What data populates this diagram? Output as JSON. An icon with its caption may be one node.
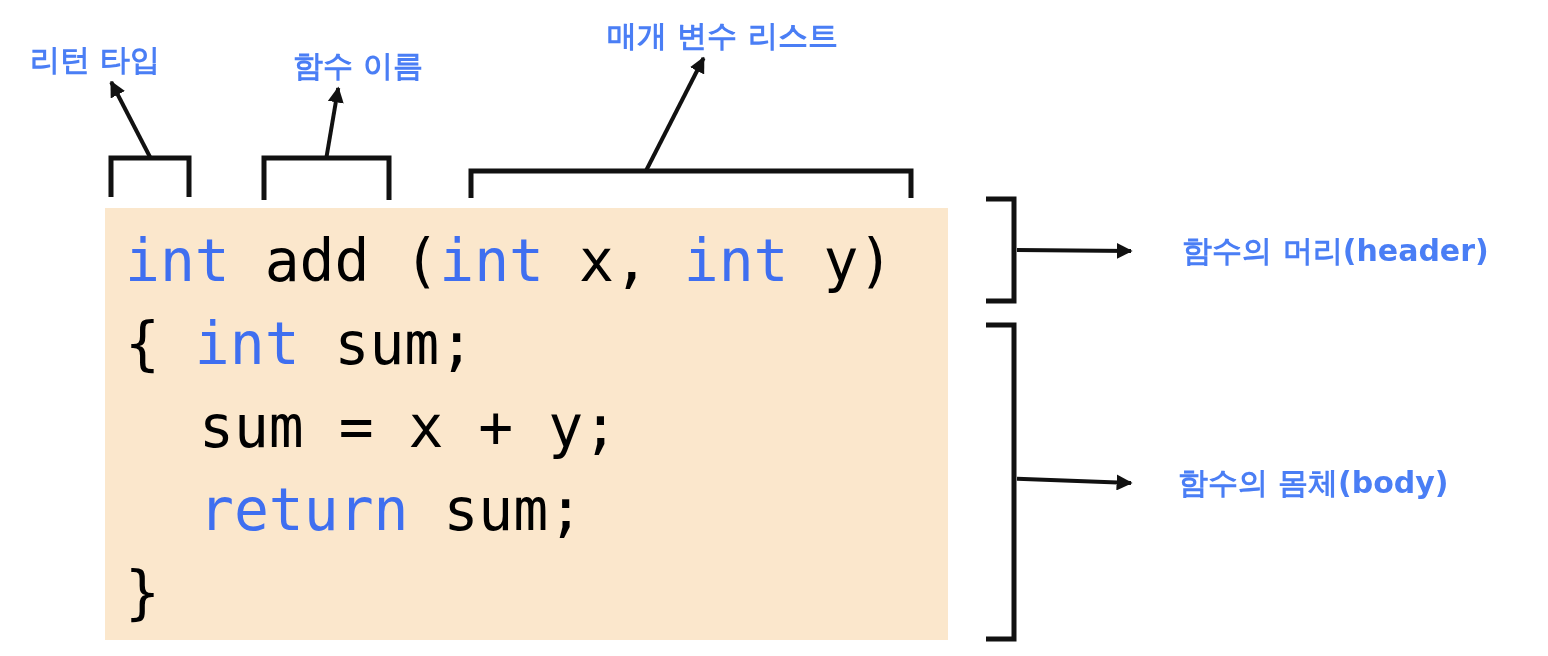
{
  "diagram": {
    "nodes": [
      {
        "text": [
          "int add (int x, int y)",
          "{ int sum;",
          "sum = x + y;",
          "return sum;",
          "}"
        ]
      },
      {
        "text": [
          "리턴 타입"
        ]
      },
      {
        "text": [
          "함수 이름"
        ]
      },
      {
        "text": [
          "매개 변수 리스트"
        ]
      },
      {
        "text": [
          "함수의 머리(header)"
        ]
      },
      {
        "text": [
          "함수의 몸체(body)"
        ]
      },
      {
        "text": [],
        "shape": "bracket"
      },
      {
        "text": [],
        "shape": "bracket"
      },
      {
        "text": [],
        "shape": "bracket"
      },
      {
        "text": [],
        "shape": "bracket"
      },
      {
        "text": [],
        "shape": "bracket"
      }
    ],
    "edges": [
      {
        "from": 6,
        "to": 1,
        "arrow": "to"
      },
      {
        "from": 7,
        "to": 2,
        "arrow": "to"
      },
      {
        "from": 8,
        "to": 3,
        "arrow": "to"
      },
      {
        "from": 9,
        "to": 4,
        "arrow": "to"
      },
      {
        "from": 10,
        "to": 5,
        "arrow": "to"
      }
    ]
  }
}
